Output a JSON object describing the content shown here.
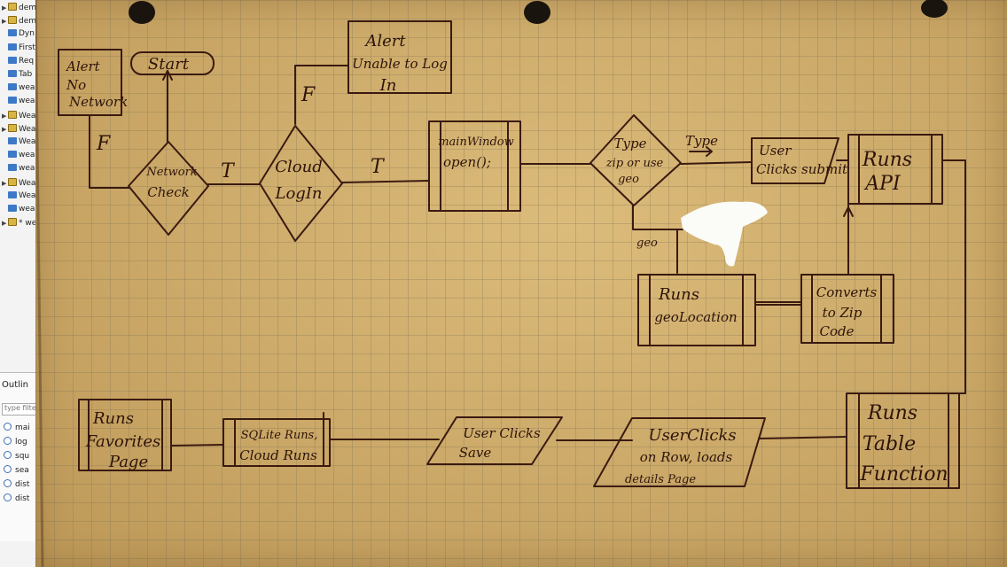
{
  "ide": {
    "tree_items": [
      "dem",
      "dem",
      "Dyn",
      "First",
      "Req",
      "Tab",
      "wea",
      "wea",
      "Wea",
      "Wea",
      "Wea",
      "wea",
      "wea",
      "Wea",
      "Wea",
      "wea",
      "* we"
    ],
    "outline_title": "Outlin",
    "filter_placeholder": "type filte",
    "outline_items": [
      "mai",
      "log",
      "squ",
      "sea",
      "dist",
      "dist"
    ]
  },
  "flowchart": {
    "start": "Start",
    "alert_no_network": [
      "Alert",
      "No",
      "Network"
    ],
    "network_check": [
      "Network",
      "Check"
    ],
    "cloud_login": [
      "Cloud",
      "LogIn"
    ],
    "alert_unable_login": [
      "Alert",
      "Unable to Log",
      "In"
    ],
    "main_window": [
      "mainWindow",
      "open();"
    ],
    "decision_zip_geo": [
      "Type",
      "zip or use",
      "geo"
    ],
    "user_clicks_submit": [
      "User",
      "Clicks submit"
    ],
    "runs_api": [
      "Runs",
      "API"
    ],
    "runs_geolocation": [
      "Runs",
      "geoLocation"
    ],
    "converts_zip": [
      "Converts",
      "to Zip",
      "Code"
    ],
    "runs_table_function": [
      "Runs",
      "Table",
      "Function"
    ],
    "user_clicks_row": [
      "UserClicks",
      "on Row, loads",
      "details Page"
    ],
    "user_clicks_save": [
      "User Clicks",
      "Save"
    ],
    "sqlite_cloud_runs": [
      "SQLite Runs,",
      "Cloud Runs"
    ],
    "runs_favorites": [
      "Runs",
      "Favorites",
      "Page"
    ],
    "edge_labels": {
      "f_no_network": "F",
      "f_login": "F",
      "t_network": "T",
      "t_login": "T",
      "type": "Type",
      "geo": "geo"
    }
  }
}
